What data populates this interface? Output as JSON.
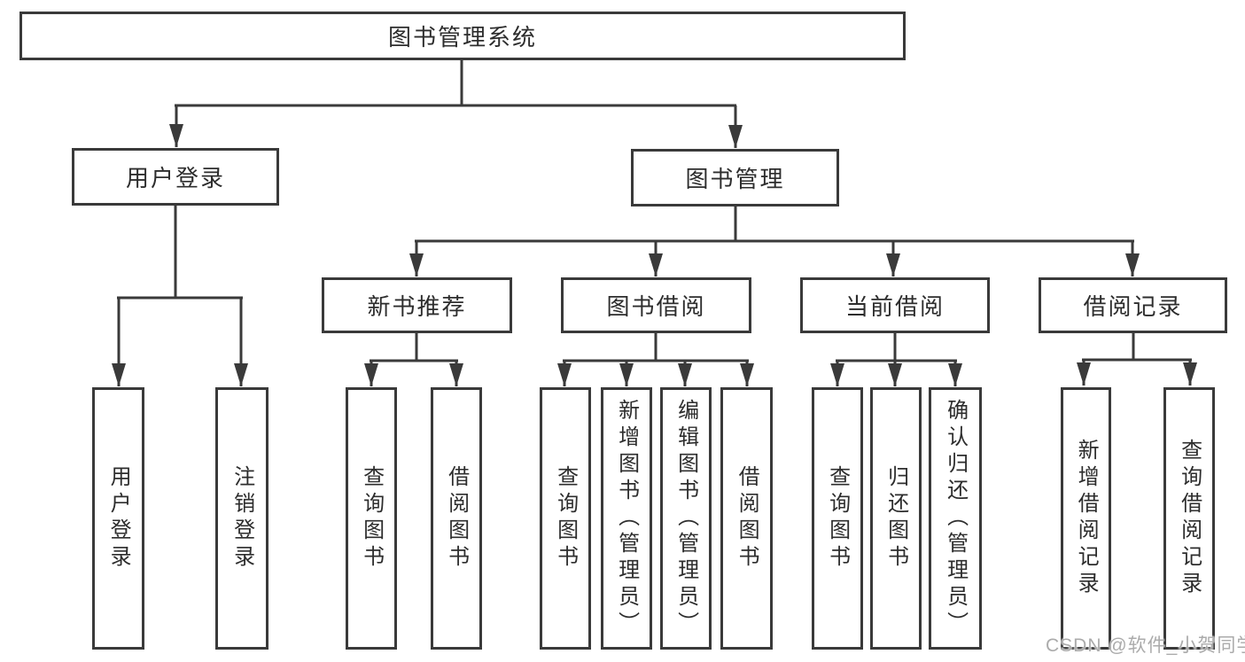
{
  "nodes": {
    "root": {
      "label": "图书管理系统"
    },
    "level2": [
      {
        "label": "用户登录"
      },
      {
        "label": "图书管理"
      }
    ],
    "level3": [
      {
        "label": "新书推荐",
        "parent": "图书管理"
      },
      {
        "label": "图书借阅",
        "parent": "图书管理"
      },
      {
        "label": "当前借阅",
        "parent": "图书管理"
      },
      {
        "label": "借阅记录",
        "parent": "图书管理"
      }
    ],
    "leaves": [
      {
        "label": "用户登录",
        "parent": "用户登录"
      },
      {
        "label": "注销登录",
        "parent": "用户登录"
      },
      {
        "label": "查询图书",
        "parent": "新书推荐"
      },
      {
        "label": "借阅图书",
        "parent": "新书推荐"
      },
      {
        "label": "查询图书",
        "parent": "图书借阅"
      },
      {
        "label": "新增图书（管理员）",
        "parent": "图书借阅"
      },
      {
        "label": "编辑图书（管理员）",
        "parent": "图书借阅"
      },
      {
        "label": "借阅图书",
        "parent": "图书借阅"
      },
      {
        "label": "查询图书",
        "parent": "当前借阅"
      },
      {
        "label": "归还图书",
        "parent": "当前借阅"
      },
      {
        "label": "确认归还（管理员）",
        "parent": "当前借阅"
      },
      {
        "label": "新增借阅记录",
        "parent": "借阅记录"
      },
      {
        "label": "查询借阅记录",
        "parent": "借阅记录"
      }
    ]
  },
  "watermark": {
    "text": "CSDN @软件_小贺同学"
  },
  "colors": {
    "line": "#3a3a3a",
    "border": "#3a3a3a",
    "text": "#2d2d2d",
    "background": "#ffffff",
    "watermark": "#ababab"
  }
}
